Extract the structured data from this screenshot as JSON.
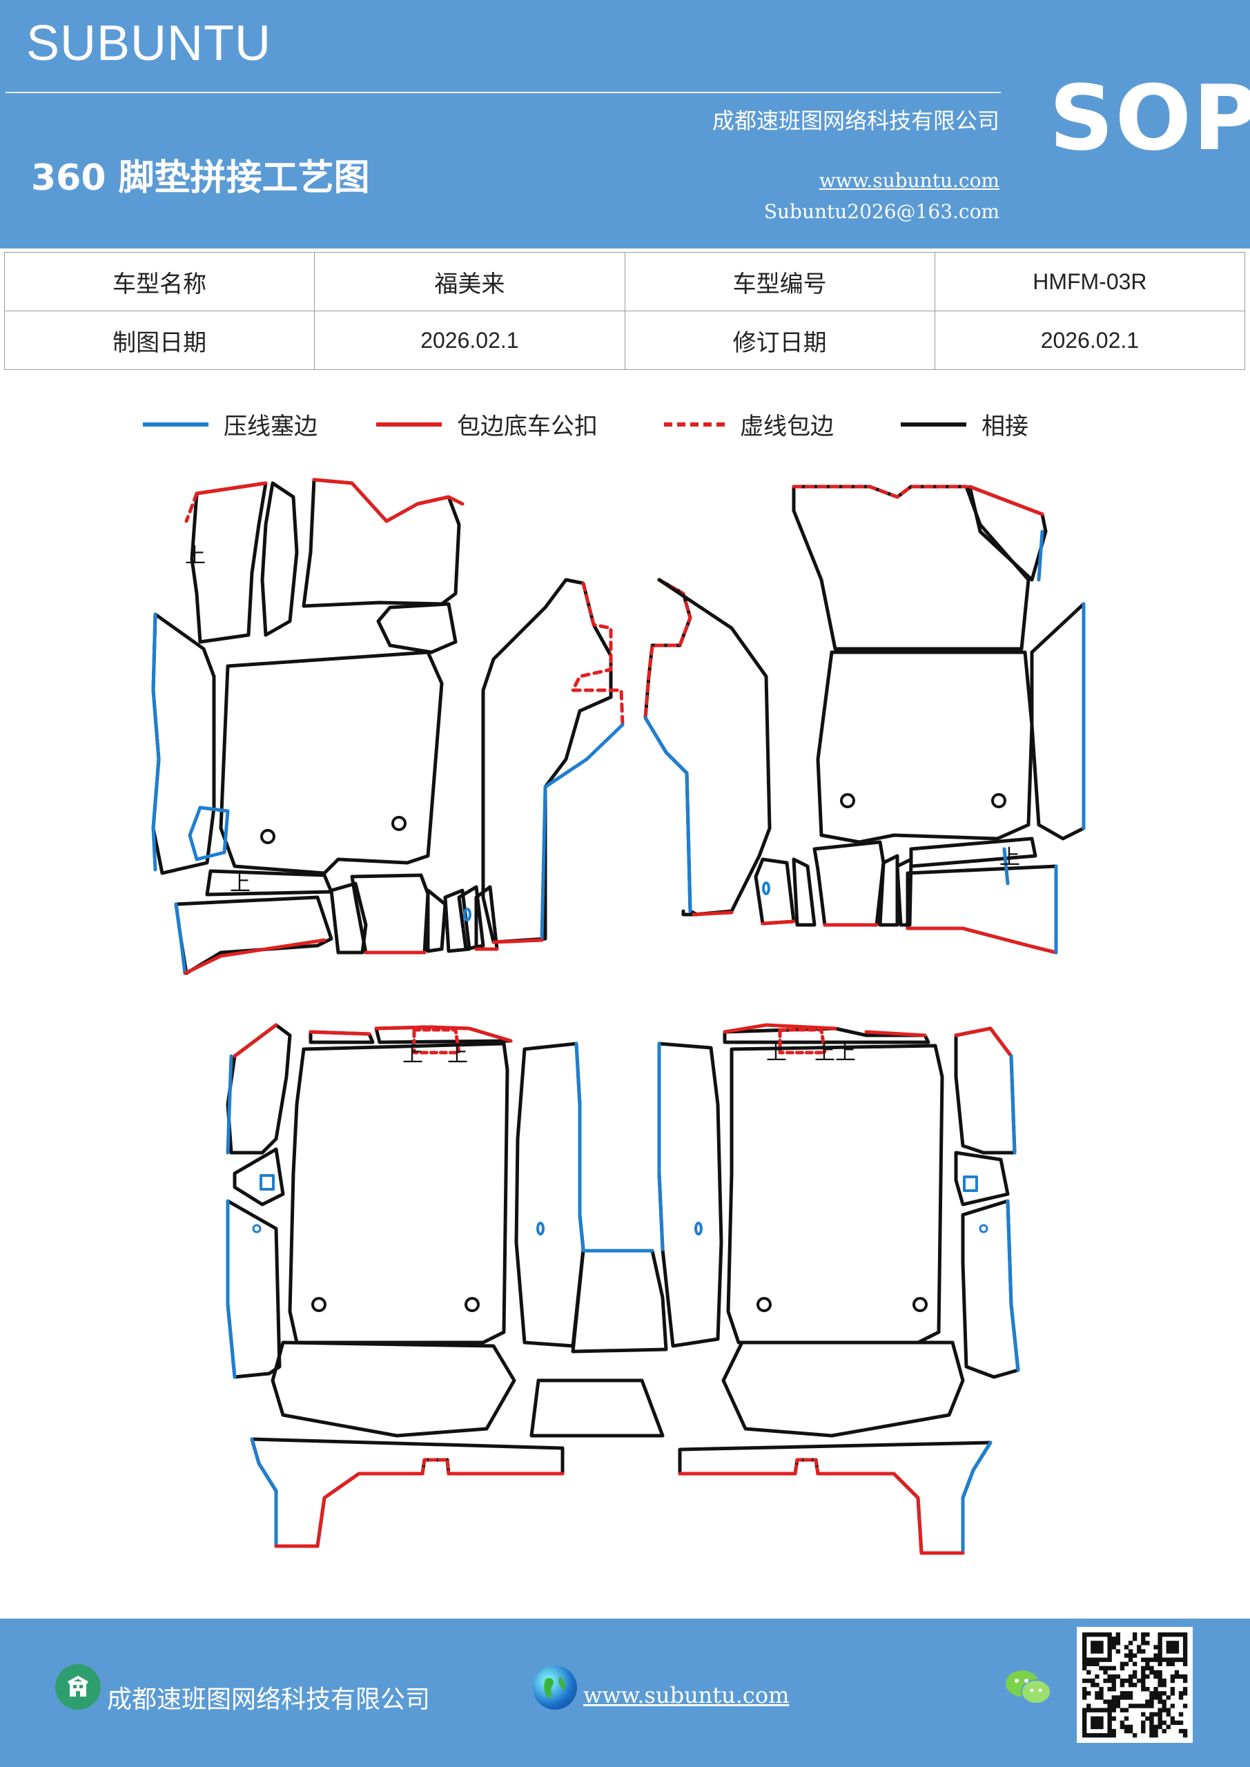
{
  "header": {
    "brand": "SUBUNTU",
    "company": "成都速班图网络科技有限公司",
    "title": "360 脚垫拼接工艺图",
    "website": "www.subuntu.com",
    "email": "Subuntu2026@163.com",
    "badge": "SOP"
  },
  "info_table": {
    "rows": [
      [
        "车型名称",
        "福美来",
        "车型编号",
        "HMFM-03R"
      ],
      [
        "制图日期",
        "2026.02.1",
        "修订日期",
        "2026.02.1"
      ]
    ]
  },
  "legend": [
    {
      "label": "压线塞边",
      "color": "#1f7fd0",
      "style": "solid"
    },
    {
      "label": "包边底车公扣",
      "color": "#e02020",
      "style": "solid"
    },
    {
      "label": "虚线包边",
      "color": "#e02020",
      "style": "dashed"
    },
    {
      "label": "相接",
      "color": "#111111",
      "style": "solid"
    }
  ],
  "diagram": {
    "marks": [
      "上",
      "上",
      "上",
      "上",
      "上",
      "上",
      "上",
      "上"
    ]
  },
  "footer": {
    "company": "成都速班图网络科技有限公司",
    "website": "www.subuntu.com"
  },
  "colors": {
    "header_bg": "#5b9bd5",
    "blue_line": "#1f7fd0",
    "red_line": "#e02020",
    "black_line": "#111111"
  }
}
